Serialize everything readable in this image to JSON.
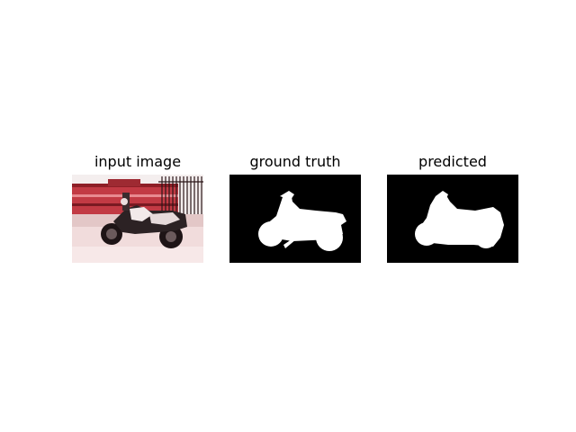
{
  "panels": {
    "input": {
      "title": "input image"
    },
    "ground_truth": {
      "title": "ground truth"
    },
    "predicted": {
      "title": "predicted"
    }
  },
  "colors": {
    "background": "#ffffff",
    "mask_bg": "#000000",
    "mask_fg": "#ffffff",
    "photo_red": "#b0232f"
  }
}
